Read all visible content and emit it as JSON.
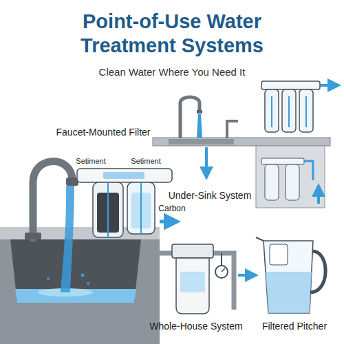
{
  "diagram": {
    "title": "Point-of-Use Water Treatment Systems",
    "labels": [
      "Clean Water Where You Need It",
      "Faucet-Mounted Filter",
      "Setiment",
      "Setiment",
      "Carbon",
      "Under-Sink System",
      "Whole-House System",
      "Filtered Pitcher"
    ]
  }
}
